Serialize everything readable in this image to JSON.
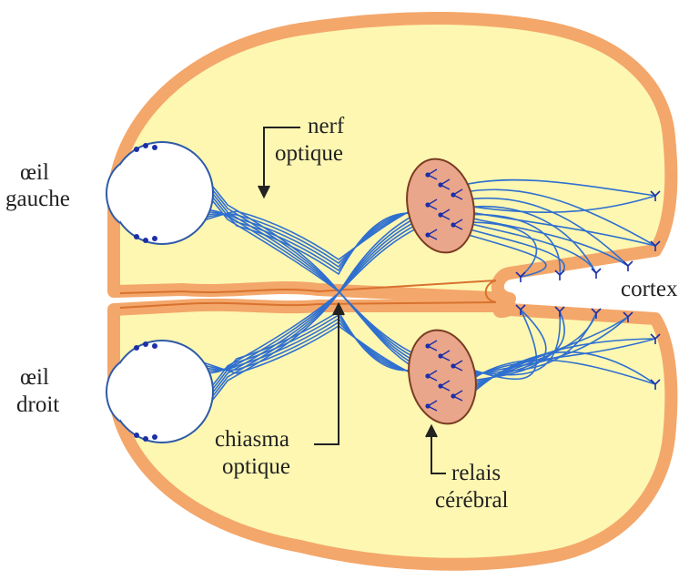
{
  "labels": {
    "left_eye": [
      "œil",
      "gauche"
    ],
    "right_eye": [
      "œil",
      "droit"
    ],
    "optic_nerve": [
      "nerf",
      "optique"
    ],
    "optic_chiasm": [
      "chiasma",
      "optique"
    ],
    "brain_relay": [
      "relais",
      "cérébral"
    ],
    "cortex": "cortex"
  },
  "colors": {
    "brain_fill": "#fdf7b2",
    "cortex_band": "#f4a76a",
    "cortex_outline": "#d8722f",
    "relay_fill": "#e9a68b",
    "relay_outline": "#7a3d22",
    "nerve_fiber": "#2f6fcf",
    "eye_outline": "#2f5aa8",
    "neuron_dot": "#1c2fa8",
    "arrow": "#222222"
  },
  "icons": {
    "eye": "eye-icon",
    "relay": "relay-nucleus-icon",
    "neuron": "neuron-icon"
  }
}
